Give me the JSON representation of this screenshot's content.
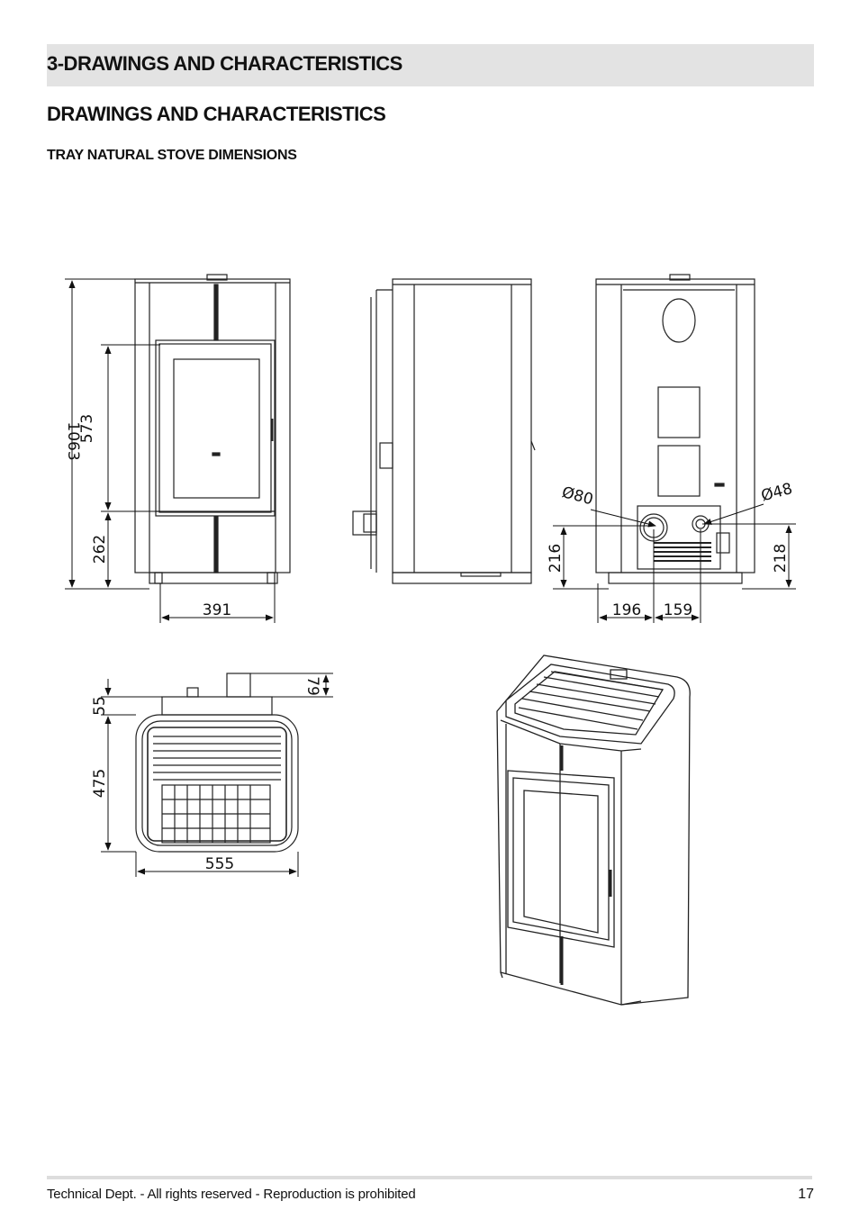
{
  "header": {
    "section_title": "3-DRAWINGS AND CHARACTERISTICS",
    "heading": "DRAWINGS AND CHARACTERISTICS",
    "subheading": "TRAY NATURAL STOVE DIMENSIONS"
  },
  "dimensions": {
    "front_height": "1063",
    "door_height": "573",
    "base_height": "262",
    "door_width": "391",
    "rear_flue_dia": "Ø80",
    "rear_air_dia": "Ø48",
    "rear_flue_height": "216",
    "rear_air_height": "218",
    "rear_flue_offset": "196",
    "rear_air_spacing": "159",
    "top_depth": "475",
    "top_rear_offset": "55",
    "top_flue_projection": "79",
    "top_width": "555"
  },
  "footer": {
    "text": "Technical Dept. - All rights reserved - Reproduction is prohibited",
    "page_number": "17"
  }
}
